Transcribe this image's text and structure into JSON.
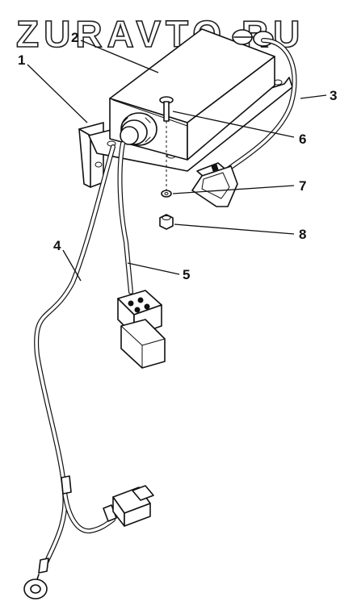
{
  "watermark": {
    "text": "ZURAVTO.RU"
  },
  "callouts": [
    {
      "id": "1",
      "label": "1"
    },
    {
      "id": "2",
      "label": "2"
    },
    {
      "id": "3",
      "label": "3"
    },
    {
      "id": "4",
      "label": "4"
    },
    {
      "id": "5",
      "label": "5"
    },
    {
      "id": "6",
      "label": "6"
    },
    {
      "id": "7",
      "label": "7"
    },
    {
      "id": "8",
      "label": "8"
    }
  ]
}
